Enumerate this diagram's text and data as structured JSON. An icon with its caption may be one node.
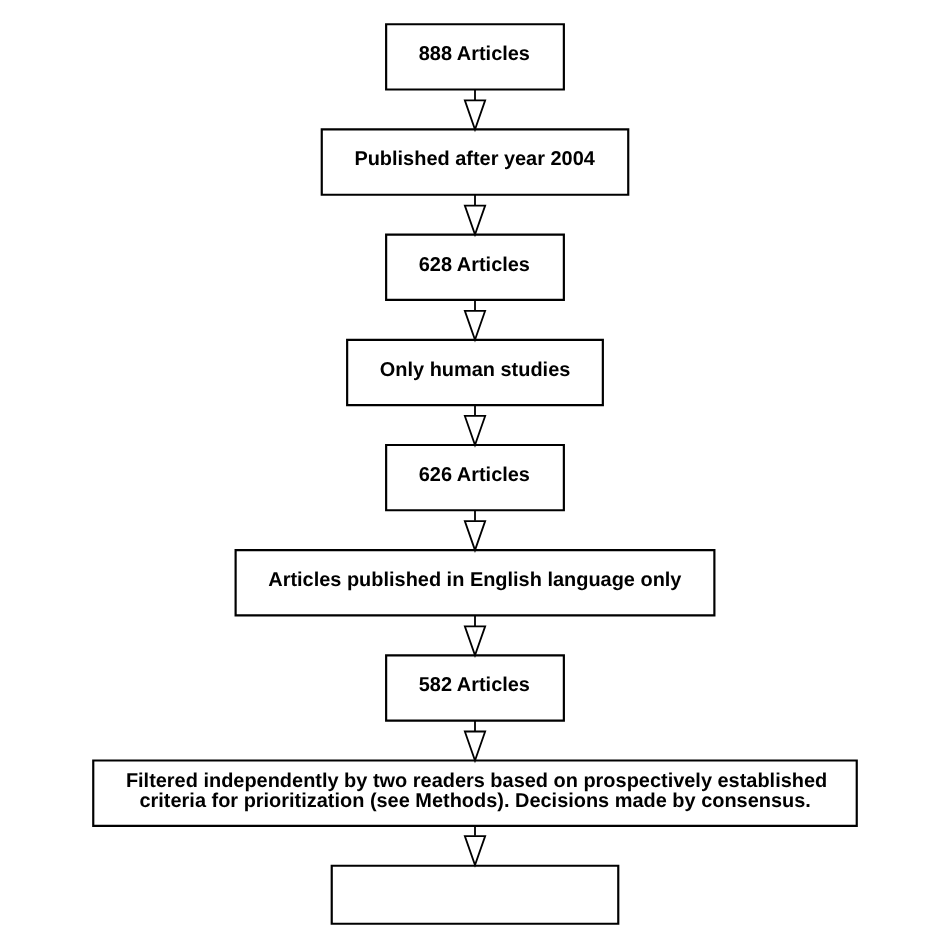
{
  "diagram": {
    "nodes": [
      {
        "text": [
          "888 Articles"
        ]
      },
      {
        "text": [
          "Published after year 2004"
        ]
      },
      {
        "text": [
          "628 Articles"
        ]
      },
      {
        "text": [
          "Only human studies"
        ]
      },
      {
        "text": [
          "626 Articles"
        ]
      },
      {
        "text": [
          "Articles published in English language only"
        ]
      },
      {
        "text": [
          "582 Articles"
        ]
      },
      {
        "text": [
          "Filtered independently by two readers based on prospectively established criteria for prioritization (see Methods). Decisions made by consensus."
        ]
      },
      {
        "text": [],
        "shape": "box"
      }
    ],
    "edges": [
      {
        "from": 0,
        "to": 1,
        "arrow": "to"
      },
      {
        "from": 1,
        "to": 2,
        "arrow": "to"
      },
      {
        "from": 2,
        "to": 3,
        "arrow": "to"
      },
      {
        "from": 3,
        "to": 4,
        "arrow": "to"
      },
      {
        "from": 4,
        "to": 5,
        "arrow": "to"
      },
      {
        "from": 5,
        "to": 6,
        "arrow": "to"
      },
      {
        "from": 6,
        "to": 7,
        "arrow": "to"
      },
      {
        "from": 7,
        "to": 8,
        "arrow": "to"
      }
    ]
  }
}
